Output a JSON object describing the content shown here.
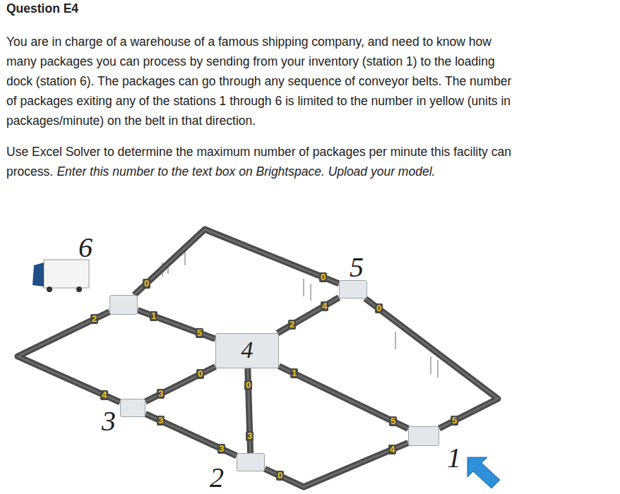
{
  "diagram": {
    "title": "Question E4",
    "nodes": [
      {
        "text": [
          "6"
        ]
      },
      {
        "text": [
          "5"
        ]
      },
      {
        "text": [
          "4"
        ]
      },
      {
        "text": [
          "3"
        ]
      },
      {
        "text": [
          "2"
        ]
      },
      {
        "text": [
          "1"
        ]
      }
    ],
    "edges": [
      {
        "from": 0,
        "to": 1,
        "arrow": "none"
      },
      {
        "from": 0,
        "to": 2,
        "arrow": "none"
      },
      {
        "from": 0,
        "to": 3,
        "arrow": "none"
      },
      {
        "from": 2,
        "to": 3,
        "arrow": "none"
      },
      {
        "from": 3,
        "to": 4,
        "arrow": "none"
      },
      {
        "from": 2,
        "to": 4,
        "arrow": "none"
      },
      {
        "from": 2,
        "to": 1,
        "arrow": "none"
      },
      {
        "from": 2,
        "to": 5,
        "arrow": "none"
      },
      {
        "from": 1,
        "to": 5,
        "arrow": "none"
      },
      {
        "from": 4,
        "to": 5,
        "arrow": "none"
      }
    ],
    "labels": [
      "You are in charge of a warehouse of a famous shipping company, and need to know how many packages you can process by sending from your inventory (station 1) to the loading dock (station 6). The packages can go through any sequence of conveyor belts. The number of packages exiting any of the stations 1 through 6 is limited to the number in yellow (units in packages/minute) on the belt in that direction.",
      "Use Excel Solver to determine the maximum number of packages per minute this facility can process.",
      "Enter this number to the text box on Brightspace. Upload your model.",
      "0",
      "0",
      "1",
      "5",
      "2",
      "4",
      "0",
      "3",
      "3",
      "3",
      "0",
      "3",
      "2",
      "4",
      "1",
      "5",
      "0",
      "5",
      "0",
      "4"
    ]
  }
}
